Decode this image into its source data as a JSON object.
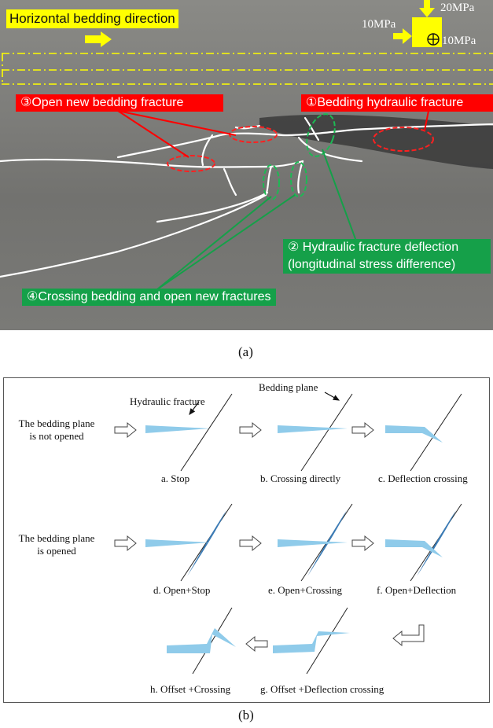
{
  "panel_a": {
    "title_label": "Horizontal bedding direction",
    "stress_vertical": "20MPa",
    "stress_left": "10MPa",
    "stress_out": "10MPa",
    "annotation_3": "③Open new bedding fracture",
    "annotation_1": "①Bedding hydraulic fracture",
    "annotation_2_line1": "② Hydraulic fracture deflection",
    "annotation_2_line2": "(longitudinal stress difference)",
    "annotation_4": "④Crossing bedding and open new fractures",
    "caption": "(a)"
  },
  "panel_b": {
    "hydraulic_fracture_label": "Hydraulic fracture",
    "bedding_plane_label": "Bedding plane",
    "row1_label_line1": "The bedding plane",
    "row1_label_line2": "is not opened",
    "row2_label_line1": "The bedding plane",
    "row2_label_line2": "is opened",
    "cases": [
      "a. Stop",
      "b. Crossing directly",
      "c. Deflection crossing",
      "d. Open+Stop",
      "e. Open+Crossing",
      "f. Open+Deflection",
      "g. Offset +Deflection crossing",
      "h. Offset +Crossing"
    ],
    "caption": "(b)"
  },
  "colors": {
    "yellow": "#ffff00",
    "red": "#ff0000",
    "green": "#15a049",
    "fracture_blue": "#8fcbea",
    "opened_blue": "#3b7bb5"
  }
}
